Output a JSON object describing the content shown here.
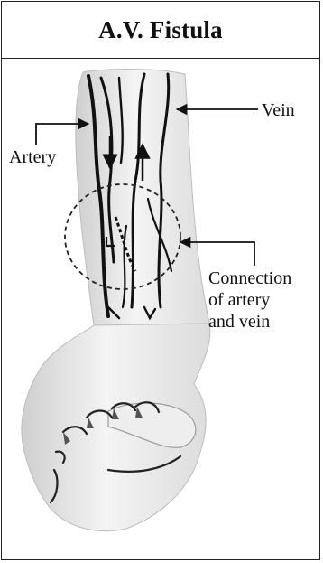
{
  "title": "A.V. Fistula",
  "labels": {
    "vein": "Vein",
    "artery": "Artery",
    "connection": [
      "Connection",
      "of artery",
      "and vein"
    ]
  },
  "colors": {
    "line": "#111111",
    "skin_shade": "#d9d9d9",
    "background": "#ffffff"
  }
}
